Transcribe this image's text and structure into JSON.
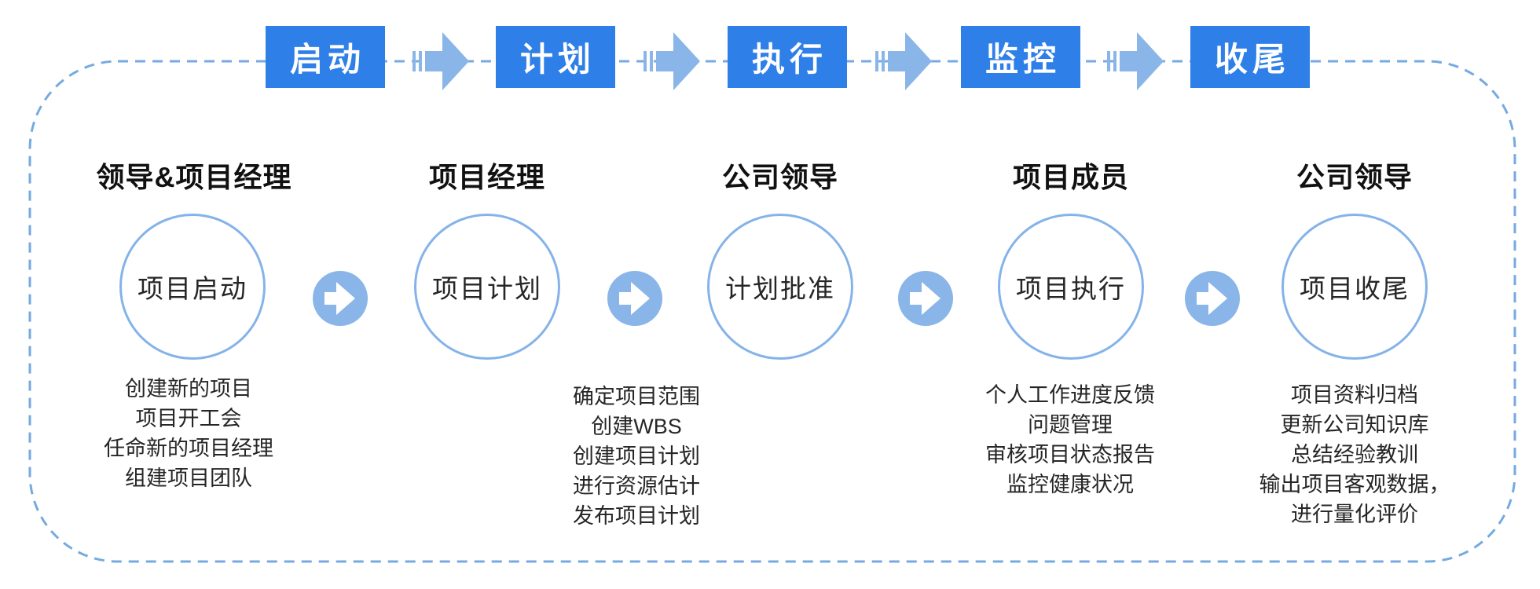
{
  "diagram": {
    "stages": [
      {
        "label": "启动"
      },
      {
        "label": "计划"
      },
      {
        "label": "执行"
      },
      {
        "label": "监控"
      },
      {
        "label": "收尾"
      }
    ],
    "columns": [
      {
        "role": "领导&项目经理",
        "phase": "项目启动",
        "tasks": [
          "创建新的项目",
          "项目开工会",
          "任命新的项目经理",
          "组建项目团队"
        ]
      },
      {
        "role": "项目经理",
        "phase": "项目计划",
        "tasks": [
          "确定项目范围",
          "创建WBS",
          "创建项目计划",
          "进行资源估计",
          "发布项目计划"
        ]
      },
      {
        "role": "公司领导",
        "phase": "计划批准",
        "tasks": []
      },
      {
        "role": "项目成员",
        "phase": "项目执行",
        "tasks": [
          "个人工作进度反馈",
          "问题管理",
          "审核项目状态报告",
          "监控健康状况"
        ]
      },
      {
        "role": "公司领导",
        "phase": "项目收尾",
        "tasks": [
          "项目资料归档",
          "更新公司知识库",
          "总结经验教训",
          "输出项目客观数据，",
          "进行量化评价"
        ]
      }
    ]
  },
  "colors": {
    "stage_box_blue": "#2F7FE8",
    "arrow_blue": "#8AB5E8",
    "circle_border_blue": "#85B3E9",
    "dashed_border_blue": "#75AAE0",
    "heading_black": "#111111",
    "body_text": "#262626"
  }
}
